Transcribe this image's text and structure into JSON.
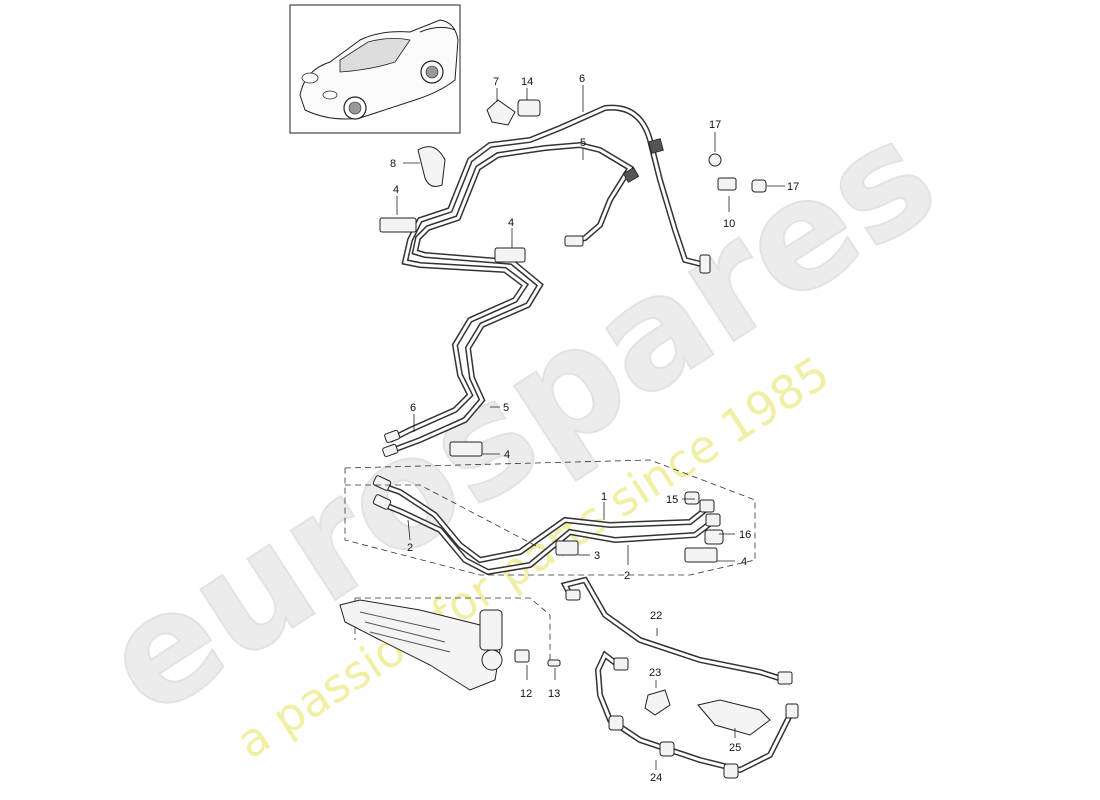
{
  "watermark": {
    "brand": "eurospares",
    "slogan": "a passion for parts since 1985",
    "brand_color": "#e6e6e6",
    "slogan_color": "#efec9a"
  },
  "callouts": {
    "c1": "1",
    "c2a": "2",
    "c2b": "2",
    "c3": "3",
    "c4a": "4",
    "c4b": "4",
    "c4c": "4",
    "c4d": "4",
    "c5a": "5",
    "c5b": "5",
    "c6a": "6",
    "c6b": "6",
    "c7": "7",
    "c8": "8",
    "c10": "10",
    "c12": "12",
    "c13": "13",
    "c14": "14",
    "c15": "15",
    "c16": "16",
    "c17a": "17",
    "c17b": "17",
    "c22": "22",
    "c23": "23",
    "c24": "24",
    "c25": "25"
  },
  "icons": [
    "car-thumbnail-icon",
    "steering-rack-icon",
    "clamp-icon",
    "grommet-icon",
    "cap-icon",
    "bracket-icon"
  ]
}
